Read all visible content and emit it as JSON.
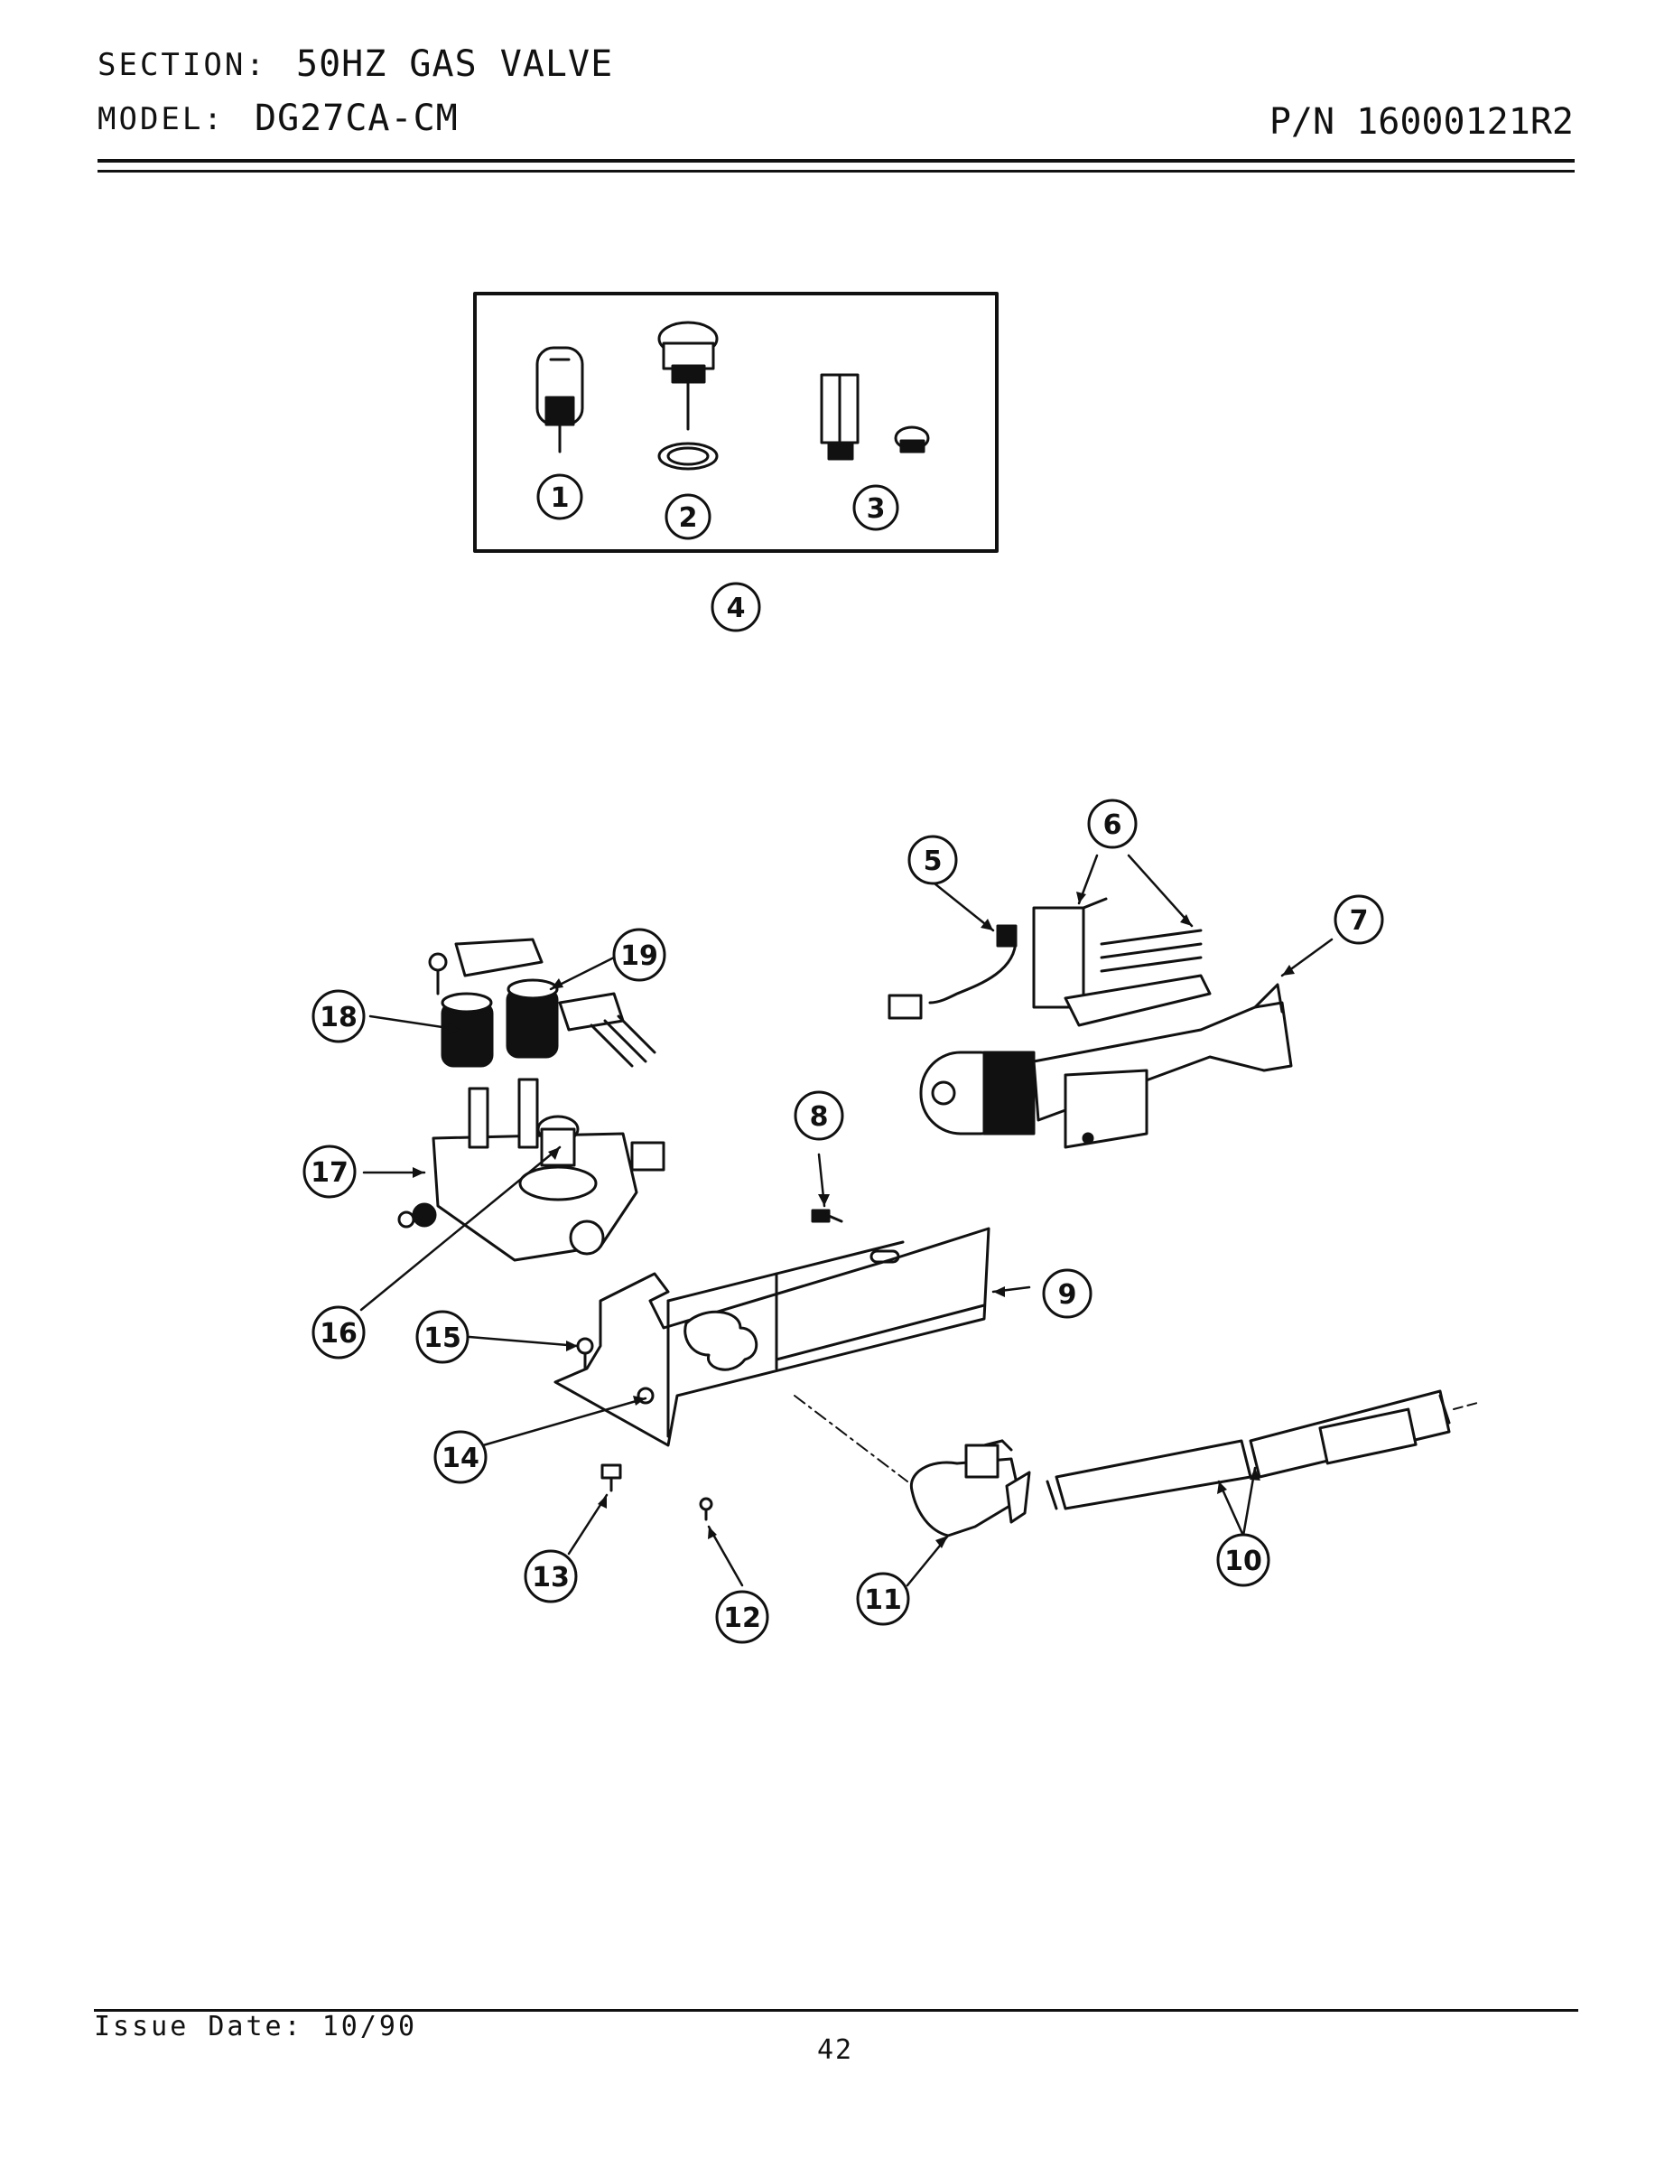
{
  "header": {
    "section_label": "SECTION:",
    "section_value": "50HZ GAS VALVE",
    "model_label": "MODEL:",
    "model_value": "DG27CA-CM",
    "part_number": "P/N 16000121R2"
  },
  "callouts": [
    "1",
    "2",
    "3",
    "4",
    "5",
    "6",
    "7",
    "8",
    "9",
    "10",
    "11",
    "12",
    "13",
    "14",
    "15",
    "16",
    "17",
    "18",
    "19"
  ],
  "footer": {
    "issue_date": "Issue Date: 10/90",
    "page_number": "42"
  }
}
